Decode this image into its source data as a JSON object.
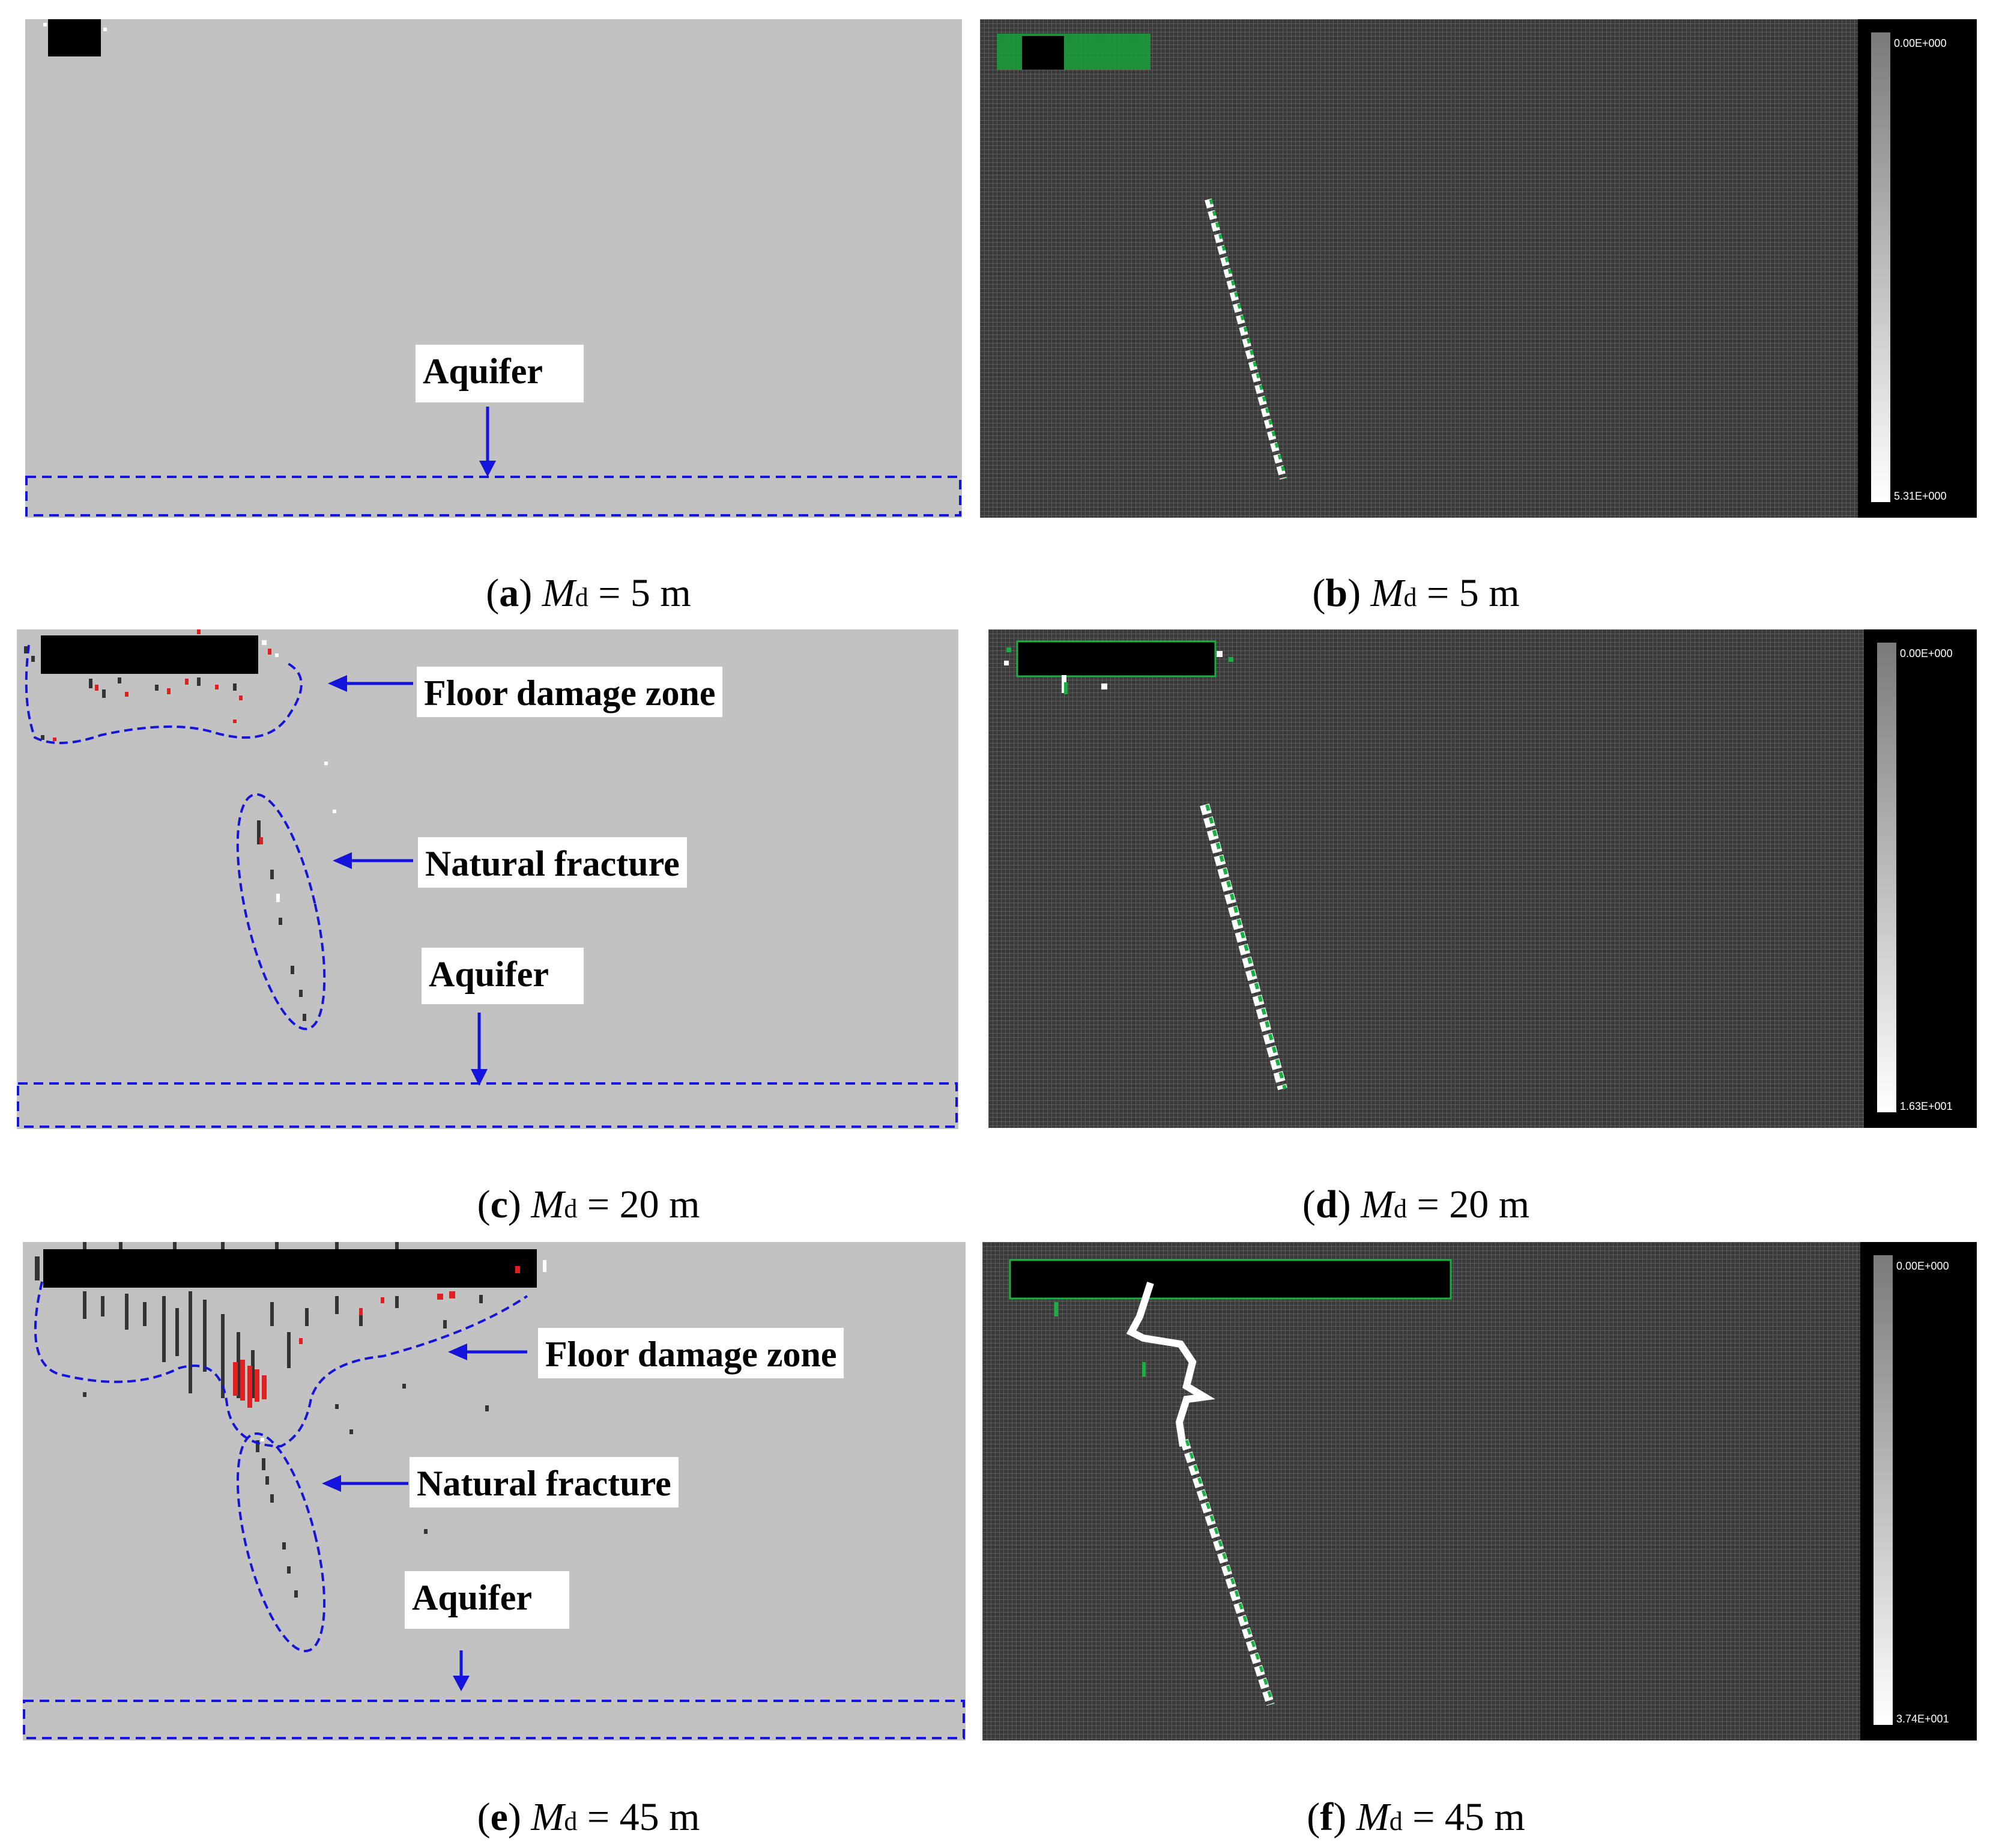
{
  "panels": {
    "a": {
      "caption_letter": "a",
      "caption_var": "M",
      "caption_sub": "d",
      "caption_value": "= 5 m",
      "labels": {
        "aquifer": "Aquifer"
      }
    },
    "b": {
      "caption_letter": "b",
      "caption_var": "M",
      "caption_sub": "d",
      "caption_value": "= 5 m",
      "legend_top": "0.00E+000",
      "legend_bottom": "5.31E+000"
    },
    "c": {
      "caption_letter": "c",
      "caption_var": "M",
      "caption_sub": "d",
      "caption_value": "= 20 m",
      "labels": {
        "floor_damage_zone": "Floor damage zone",
        "natural_fracture": "Natural fracture",
        "aquifer": "Aquifer"
      }
    },
    "d": {
      "caption_letter": "d",
      "caption_var": "M",
      "caption_sub": "d",
      "caption_value": "= 20 m",
      "legend_top": "0.00E+000",
      "legend_bottom": "1.63E+001"
    },
    "e": {
      "caption_letter": "e",
      "caption_var": "M",
      "caption_sub": "d",
      "caption_value": "= 45 m",
      "labels": {
        "floor_damage_zone": "Floor damage zone",
        "natural_fracture": "Natural fracture",
        "aquifer": "Aquifer"
      }
    },
    "f": {
      "caption_letter": "f",
      "caption_var": "M",
      "caption_sub": "d",
      "caption_value": "= 45 m",
      "legend_top": "0.00E+000",
      "legend_bottom": "3.74E+001"
    }
  },
  "colors": {
    "model_gray": "#c2c2c2",
    "annotation_blue": "#1414dc",
    "failure_red": "#e02020",
    "flow_green": "#18b040",
    "goaf_black": "#000000"
  }
}
